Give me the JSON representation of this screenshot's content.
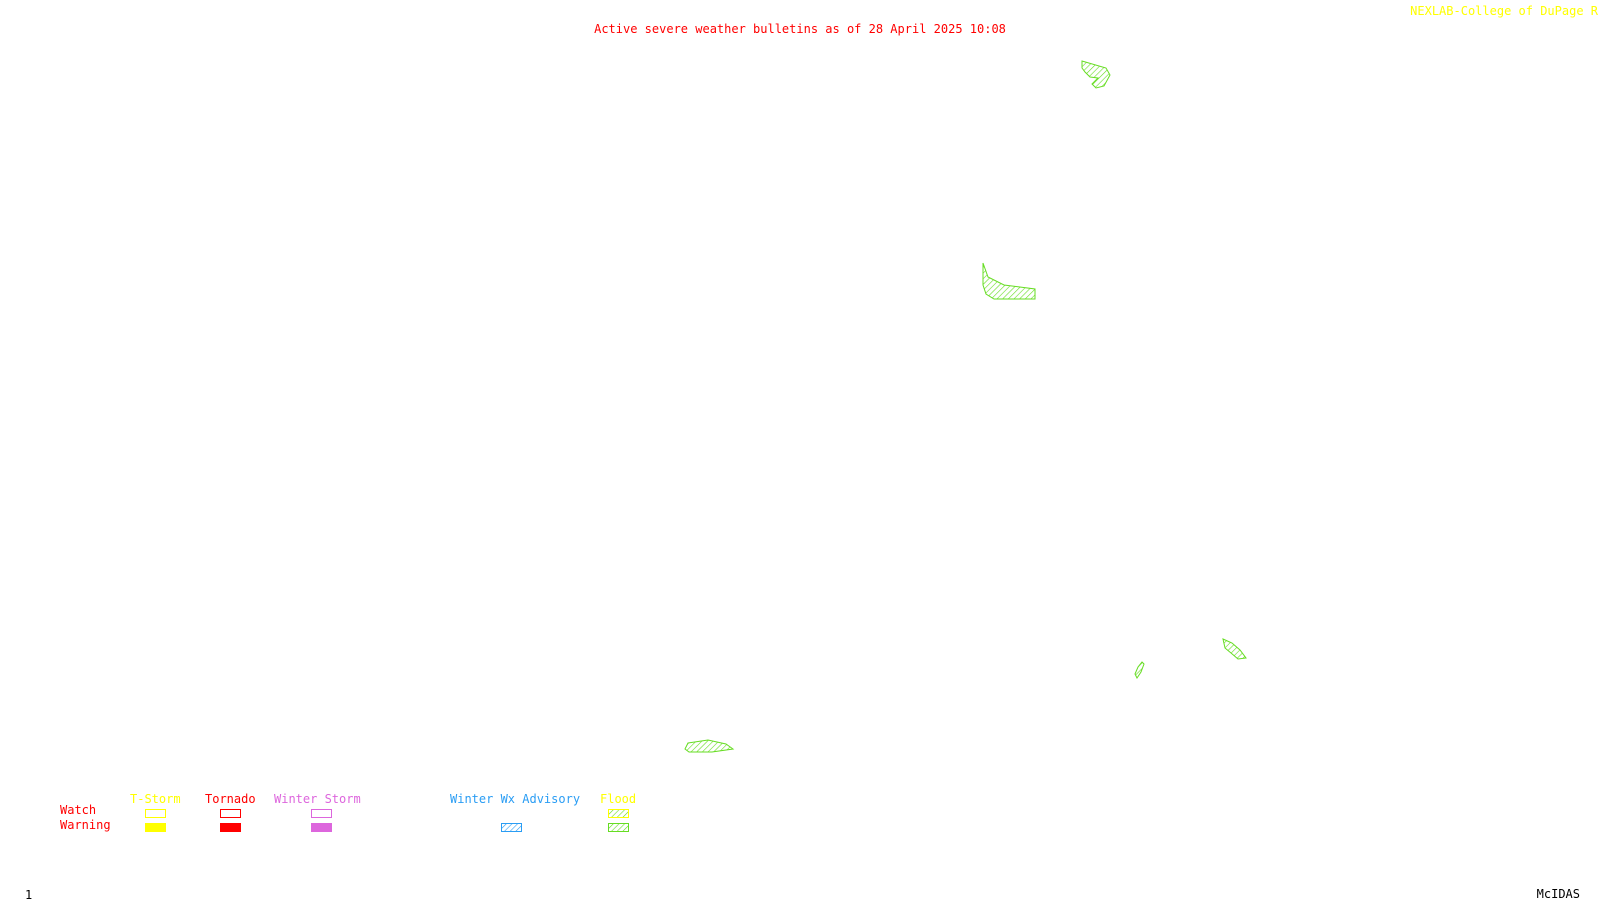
{
  "header": {
    "title": "Active severe weather bulletins as of 28 April 2025 10:08",
    "credit": "NEXLAB-College of DuPage R"
  },
  "legend": {
    "row_labels": {
      "watch": "Watch",
      "warning": "Warning"
    },
    "categories": [
      {
        "key": "tstorm",
        "label": "T-Storm",
        "color": "#ffff00"
      },
      {
        "key": "tornado",
        "label": "Tornado",
        "color": "#ff0000"
      },
      {
        "key": "winter_storm",
        "label": "Winter Storm",
        "color": "#dd66dd"
      },
      {
        "key": "winter_advisory",
        "label": "Winter Wx Advisory",
        "color": "#2a9df4"
      },
      {
        "key": "flood",
        "label": "Flood",
        "color": "#66dd22"
      }
    ]
  },
  "colors": {
    "title": "#ff0000",
    "credit": "#ffff00",
    "footer": "#000000",
    "flood_area": "#66dd22"
  },
  "alerts": [
    {
      "type": "flood",
      "label": "flood-warning-area"
    },
    {
      "type": "flood",
      "label": "flood-warning-area"
    },
    {
      "type": "flood",
      "label": "flood-warning-area"
    },
    {
      "type": "flood",
      "label": "flood-warning-area"
    },
    {
      "type": "flood",
      "label": "flood-warning-area"
    }
  ],
  "footer": {
    "frame_number": "1",
    "software": "McIDAS"
  }
}
